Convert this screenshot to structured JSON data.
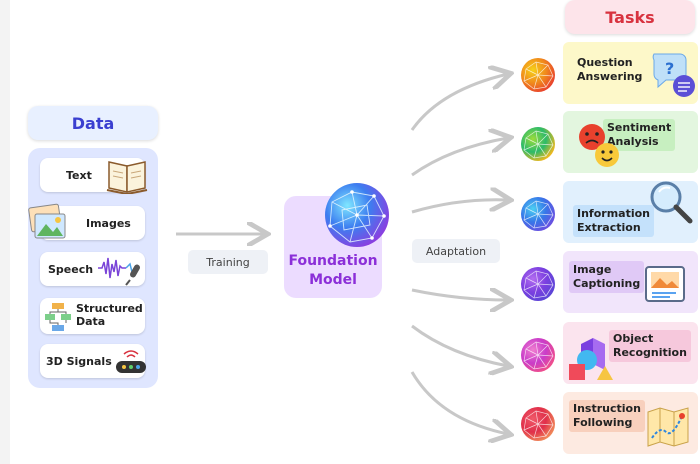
{
  "data_section": {
    "title": "Data",
    "items": [
      {
        "label": "Text",
        "icon": "book-icon"
      },
      {
        "label": "Images",
        "icon": "photo-icon"
      },
      {
        "label": "Speech",
        "icon": "microphone-waveform-icon"
      },
      {
        "label": "Structured Data",
        "line1": "Structured",
        "line2": "Data",
        "icon": "flowchart-icon"
      },
      {
        "label": "3D Signals",
        "icon": "sensor-device-icon"
      }
    ]
  },
  "center": {
    "training_label": "Training",
    "model_line1": "Foundation",
    "model_line2": "Model",
    "adaptation_label": "Adaptation"
  },
  "tasks_section": {
    "title": "Tasks",
    "items": [
      {
        "line1": "Question",
        "line2": "Answering",
        "bg": "#fdf8c9",
        "label_bg": "#fdf08a",
        "icon": "question-chat-icon",
        "ball_colors": [
          "#f6d21a",
          "#f08a1c",
          "#e8412d"
        ]
      },
      {
        "line1": "Sentiment",
        "line2": "Analysis",
        "bg": "#e3f6df",
        "label_bg": "#c7efc0",
        "icon": "emoji-faces-icon",
        "ball_colors": [
          "#9ddc3b",
          "#2cba6a",
          "#f2b81e"
        ]
      },
      {
        "line1": "Information",
        "line2": "Extraction",
        "bg": "#e1f0fd",
        "label_bg": "#c4e1fb",
        "icon": "magnifier-icon",
        "ball_colors": [
          "#4cd1f2",
          "#3776e8",
          "#6a4fe0"
        ]
      },
      {
        "line1": "Image",
        "line2": "Captioning",
        "bg": "#f1e5fb",
        "label_bg": "#e0c9f6",
        "icon": "picture-frame-icon",
        "ball_colors": [
          "#b46ef0",
          "#7b3fe0",
          "#5b45d6"
        ]
      },
      {
        "line1": "Object",
        "line2": "Recognition",
        "bg": "#fbe4ee",
        "label_bg": "#f6c8dc",
        "icon": "shapes-icon",
        "ball_colors": [
          "#f07fd0",
          "#c93cc9",
          "#f04f8a"
        ]
      },
      {
        "line1": "Instruction",
        "line2": "Following",
        "bg": "#fdeae1",
        "label_bg": "#f8d0bd",
        "icon": "map-route-icon",
        "ball_colors": [
          "#f05a6a",
          "#e02f4a",
          "#f08a5a"
        ]
      }
    ]
  },
  "colors": {
    "data_accent": "#3a3fd0",
    "model_accent": "#8b2fd8",
    "tasks_accent": "#d8323f",
    "arrow": "#c8c8c8"
  }
}
